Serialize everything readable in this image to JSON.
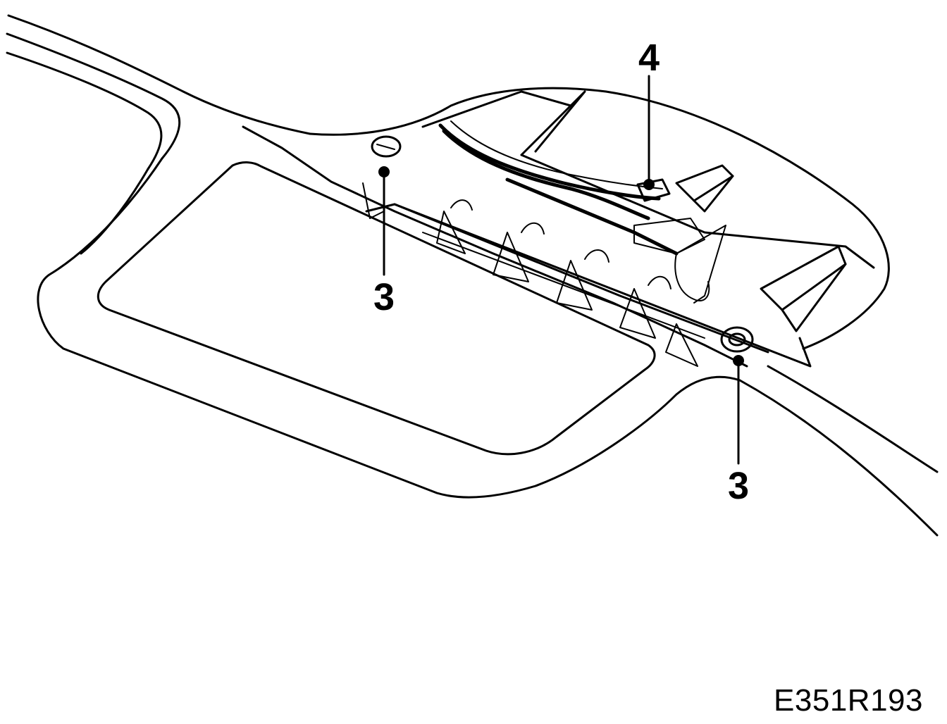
{
  "diagram": {
    "callouts": [
      {
        "label": "4"
      },
      {
        "label": "3"
      },
      {
        "label": "3"
      }
    ],
    "figure_id": "E351R193"
  }
}
